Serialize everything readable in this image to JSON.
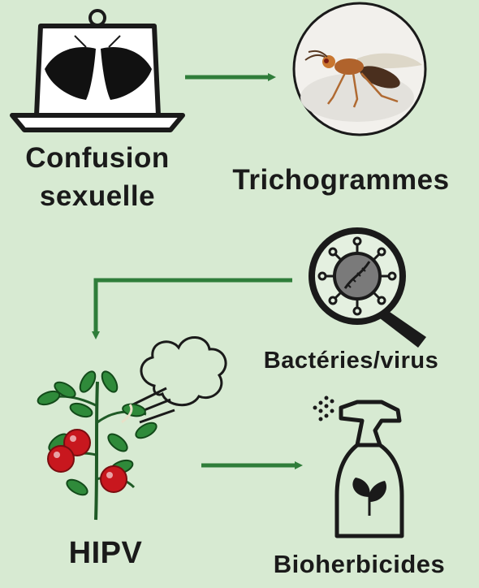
{
  "labels": {
    "confusion_line1": "Confusion",
    "confusion_line2": "sexuelle",
    "trichogrammes": "Trichogrammes",
    "bacteries": "Bactéries/virus",
    "hipv": "HIPV",
    "bioherbicides": "Bioherbicides"
  },
  "icons": {
    "trap": "pheromone-trap-icon",
    "wasp": "trichogramma-wasp-icon",
    "virus": "virus-magnifier-icon",
    "plant": "berry-plant-icon",
    "cloud": "volatile-cloud-icon",
    "sprayer": "spray-bottle-icon"
  },
  "colors": {
    "background": "#d7ead2",
    "arrow": "#2f7d3a",
    "ink": "#1a1a1a",
    "berry": "#c8171e",
    "leaf": "#2f8a3a"
  }
}
